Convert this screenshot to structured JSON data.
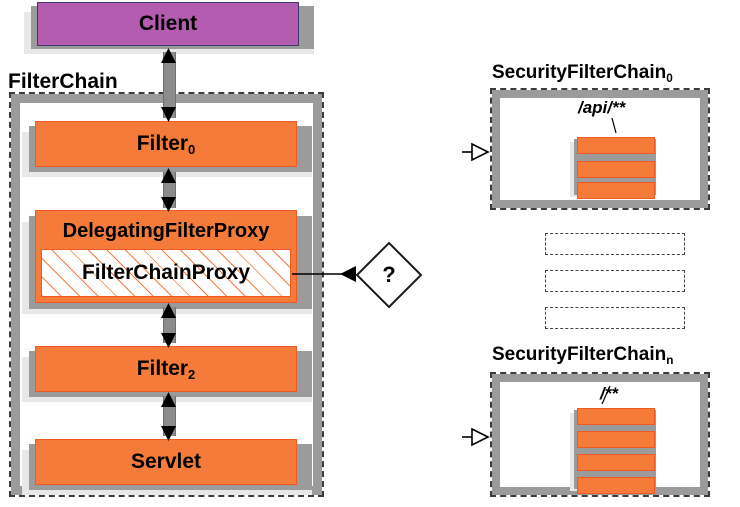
{
  "diagram": {
    "title": "Spring Security FilterChainProxy delegation",
    "colors": {
      "filter_orange": "#f47b39",
      "filter_orange_border": "#f05a22",
      "client_purple": "#b45cb0",
      "client_border": "#3a3a6e",
      "shadow_grey": "#9b9b9b",
      "shadow_light": "#e8e8e8",
      "container_dash": "#3c3c3c",
      "background": "#ffffff"
    }
  },
  "client": {
    "label": "Client"
  },
  "filter_chain": {
    "title": "FilterChain",
    "nodes": [
      {
        "label": "Filter",
        "subscript": "0",
        "style": "orange"
      },
      {
        "label": "DelegatingFilterProxy",
        "subscript": "",
        "style": "orange"
      },
      {
        "label": "FilterChainProxy",
        "subscript": "",
        "style": "hatch"
      },
      {
        "label": "Filter",
        "subscript": "2",
        "style": "orange"
      },
      {
        "label": "Servlet",
        "subscript": "",
        "style": "orange"
      }
    ]
  },
  "decision": {
    "label": "?"
  },
  "security_chains": [
    {
      "title": "SecurityFilterChain",
      "subscript": "0",
      "pattern": "/api/**",
      "filter_count": 3
    },
    {
      "title": "SecurityFilterChain",
      "subscript": "n",
      "pattern": "/**",
      "filter_count": 4
    }
  ],
  "ellipsis_group": {
    "rows": 3
  }
}
